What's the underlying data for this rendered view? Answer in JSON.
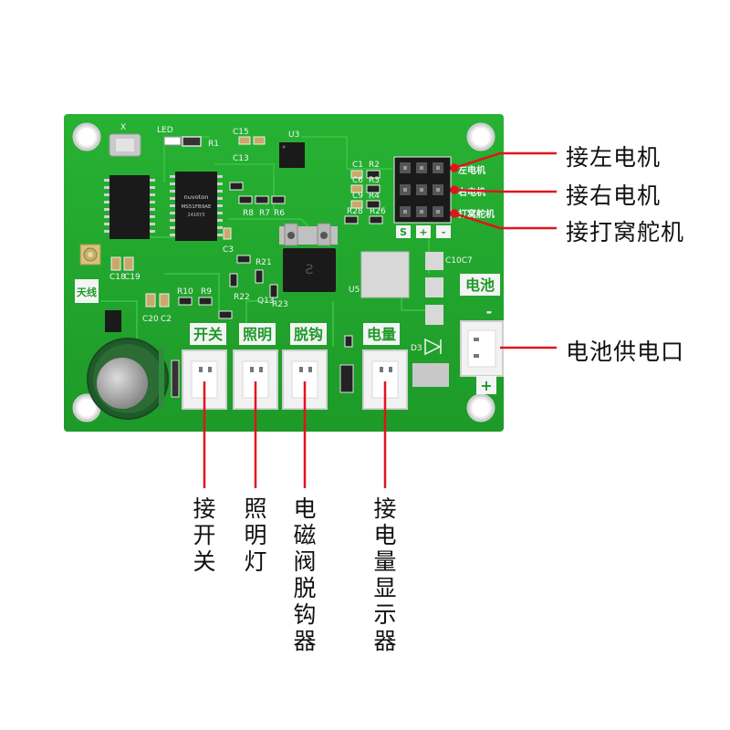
{
  "board": {
    "silk": {
      "x_ref": "X",
      "led": "LED",
      "r1": "R1",
      "c15": "C15",
      "c13": "C13",
      "u3": "U3",
      "c1": "C1",
      "r2": "R2",
      "c6": "C6",
      "r3": "R3",
      "c9": "C9",
      "r4": "R4",
      "r28": "R28",
      "r26": "R26",
      "r8": "R8",
      "r7": "R7",
      "r6": "R6",
      "c3": "C3",
      "r21": "R21",
      "c18": "C18",
      "c19": "C19",
      "c20": "C20",
      "c2": "C2",
      "r10": "R10",
      "r9": "R9",
      "r22": "R22",
      "q13": "Q13",
      "r23": "R23",
      "u5": "U5",
      "c10c7": "C10C7",
      "d3": "D3",
      "s": "S",
      "plus": "+",
      "minus": "-",
      "chip_brand": "nuvoton",
      "chip_part": "MS51FB9AE",
      "chip_code": "2416Y3",
      "antenna": "天线",
      "motor_left": "左电机",
      "motor_right": "右电机",
      "servo": "打窝舵机",
      "battery": "电池",
      "switch": "开关",
      "lighting": "照明",
      "unhook": "脱钩",
      "level": "电量"
    }
  },
  "callouts": {
    "left_motor": "接左电机",
    "right_motor": "接右电机",
    "servo": "接打窝舵机",
    "battery_port": "电池供电口",
    "switch": "接开关",
    "lighting": "照明灯",
    "solenoid": "电磁阀脱钩器",
    "level_display": "接电量显示器"
  },
  "colors": {
    "pcb_green": "#22a82e",
    "silk_white": "#f4f4f4",
    "callout_red": "#e0141e"
  }
}
